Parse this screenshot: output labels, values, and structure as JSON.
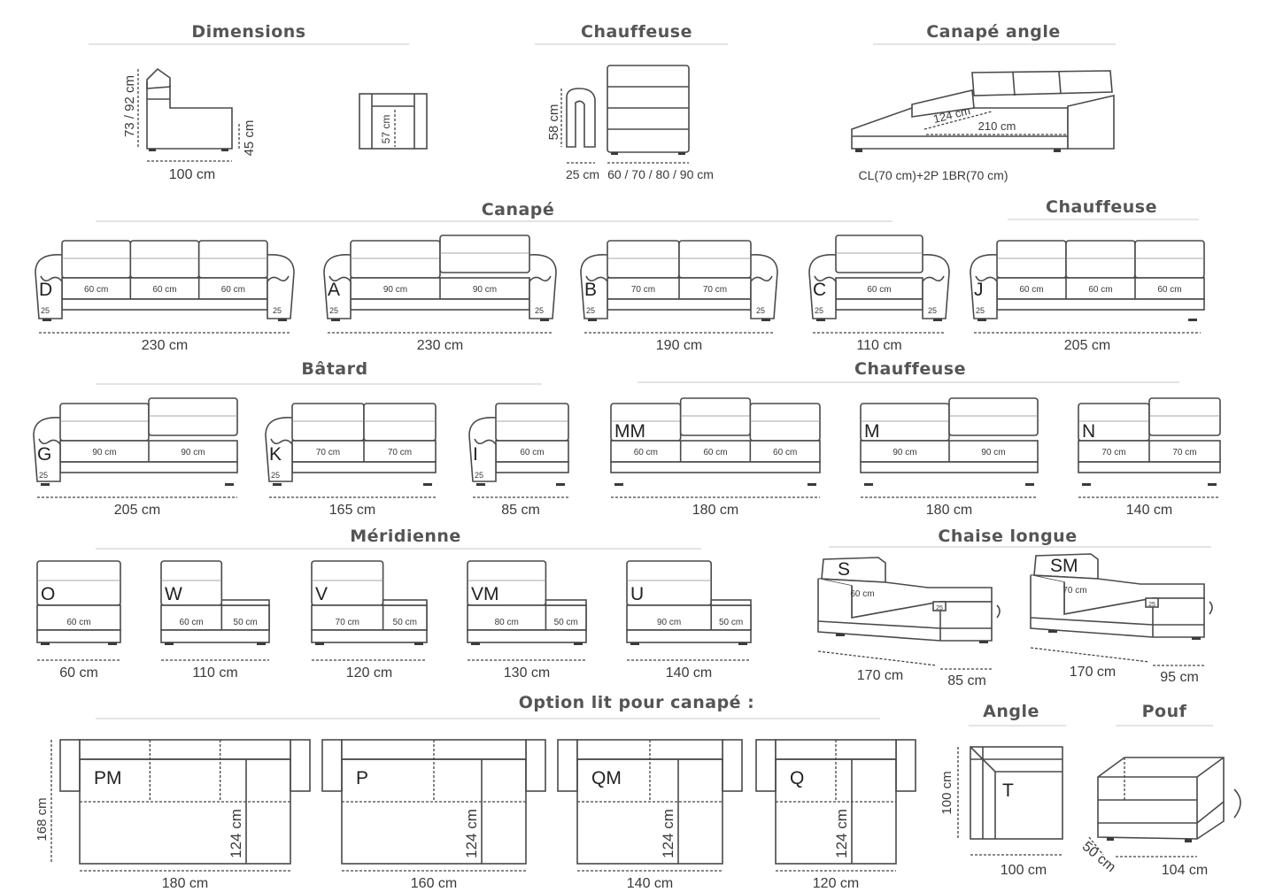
{
  "sections": {
    "dimensions": "Dimensions",
    "chauffeuse_top": "Chauffeuse",
    "canape_angle": "Canapé angle",
    "canape": "Canapé",
    "chauffeuse_right": "Chauffeuse",
    "batard": "Bâtard",
    "chauffeuse_mid": "Chauffeuse",
    "meridienne": "Méridienne",
    "chaise_longue": "Chaise longue",
    "option_lit": "Option lit pour canapé :",
    "angle": "Angle",
    "pouf": "Pouf"
  },
  "top": {
    "height": "73 / 92 cm",
    "depth": "100 cm",
    "seat_h": "45 cm",
    "armrest_depth": "57 cm",
    "chauffeuse_h": "58 cm",
    "arm_w": "25 cm",
    "widths": "60 / 70 / 80 / 90 cm",
    "angle_a": "124 cm",
    "angle_b": "210 cm",
    "angle_code": "CL(70 cm)+2P 1BR(70 cm)"
  },
  "canape": [
    {
      "letter": "D",
      "seats": [
        "60 cm",
        "60 cm",
        "60 cm"
      ],
      "armL": "25",
      "armR": "25",
      "width": "230 cm"
    },
    {
      "letter": "A",
      "seats": [
        "90 cm",
        "90 cm"
      ],
      "armL": "25",
      "armR": "25",
      "width": "230 cm"
    },
    {
      "letter": "B",
      "seats": [
        "70 cm",
        "70 cm"
      ],
      "armL": "25",
      "armR": "25",
      "width": "190 cm"
    },
    {
      "letter": "C",
      "seats": [
        "60 cm"
      ],
      "armL": "25",
      "armR": "25",
      "width": "110 cm"
    },
    {
      "letter": "J",
      "seats": [
        "60 cm",
        "60 cm",
        "60 cm"
      ],
      "armL": "25",
      "width": "205 cm"
    }
  ],
  "batard": [
    {
      "letter": "G",
      "seats": [
        "90 cm",
        "90 cm"
      ],
      "arm": "25",
      "width": "205 cm"
    },
    {
      "letter": "K",
      "seats": [
        "70 cm",
        "70 cm"
      ],
      "arm": "25",
      "width": "165 cm"
    },
    {
      "letter": "I",
      "seats": [
        "60 cm"
      ],
      "arm": "25",
      "width": "85 cm"
    }
  ],
  "chauffeuse": [
    {
      "letter": "MM",
      "seats": [
        "60 cm",
        "60 cm",
        "60 cm"
      ],
      "width": "180 cm"
    },
    {
      "letter": "M",
      "seats": [
        "90 cm",
        "90 cm"
      ],
      "width": "180 cm"
    },
    {
      "letter": "N",
      "seats": [
        "70 cm",
        "70 cm"
      ],
      "width": "140 cm"
    }
  ],
  "meridienne": [
    {
      "letter": "O",
      "seats": [
        "60 cm"
      ],
      "width": "60 cm"
    },
    {
      "letter": "W",
      "seats": [
        "60 cm",
        "50 cm"
      ],
      "width": "110 cm"
    },
    {
      "letter": "V",
      "seats": [
        "70 cm",
        "50 cm"
      ],
      "width": "120 cm"
    },
    {
      "letter": "VM",
      "seats": [
        "80 cm",
        "50 cm"
      ],
      "width": "130 cm"
    },
    {
      "letter": "U",
      "seats": [
        "90 cm",
        "50 cm"
      ],
      "width": "140 cm"
    }
  ],
  "chaise": [
    {
      "letter": "S",
      "seat": "60 cm",
      "small": "25",
      "len": "170 cm",
      "w": "85 cm"
    },
    {
      "letter": "SM",
      "seat": "70 cm",
      "small": "25",
      "len": "170 cm",
      "w": "95 cm"
    }
  ],
  "lit": {
    "height": "168 cm",
    "items": [
      {
        "letter": "PM",
        "depth": "124 cm",
        "width": "180 cm"
      },
      {
        "letter": "P",
        "depth": "124 cm",
        "width": "160 cm"
      },
      {
        "letter": "QM",
        "depth": "124 cm",
        "width": "140 cm"
      },
      {
        "letter": "Q",
        "depth": "124 cm",
        "width": "120 cm"
      }
    ]
  },
  "angle": {
    "letter": "T",
    "height": "100 cm",
    "width": "100 cm"
  },
  "pouf": {
    "depth": "50 cm",
    "width": "104 cm"
  }
}
